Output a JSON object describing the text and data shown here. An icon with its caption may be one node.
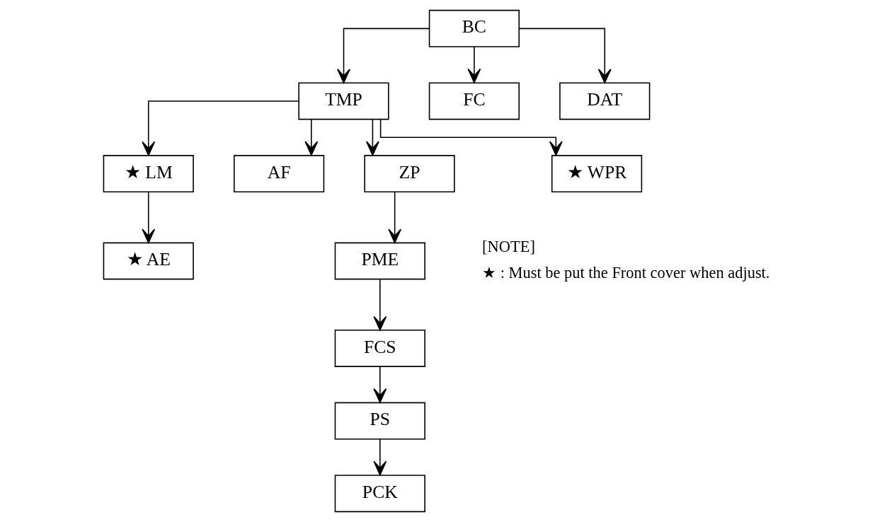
{
  "diagram": {
    "nodes": [
      {
        "text": [
          "BC"
        ]
      },
      {
        "text": [
          "TMP"
        ]
      },
      {
        "text": [
          "★ LM"
        ]
      },
      {
        "text": [
          "AF"
        ]
      },
      {
        "text": [
          "ZP"
        ]
      },
      {
        "text": [
          "★ WPR"
        ]
      },
      {
        "text": [
          "FC"
        ]
      },
      {
        "text": [
          "DAT"
        ]
      },
      {
        "text": [
          "★ AE"
        ]
      },
      {
        "text": [
          "PME"
        ]
      },
      {
        "text": [
          "FCS"
        ]
      },
      {
        "text": [
          "PS"
        ]
      },
      {
        "text": [
          "PCK"
        ]
      }
    ],
    "edges": [
      {
        "from": 0,
        "to": 1,
        "arrow": "to"
      },
      {
        "from": 0,
        "to": 6,
        "arrow": "to"
      },
      {
        "from": 0,
        "to": 7,
        "arrow": "to"
      },
      {
        "from": 1,
        "to": 2,
        "arrow": "to"
      },
      {
        "from": 1,
        "to": 3,
        "arrow": "to"
      },
      {
        "from": 1,
        "to": 4,
        "arrow": "to"
      },
      {
        "from": 1,
        "to": 5,
        "arrow": "to"
      },
      {
        "from": 2,
        "to": 8,
        "arrow": "to"
      },
      {
        "from": 4,
        "to": 9,
        "arrow": "to"
      },
      {
        "from": 9,
        "to": 10,
        "arrow": "to"
      },
      {
        "from": 10,
        "to": 11,
        "arrow": "to"
      },
      {
        "from": 11,
        "to": 12,
        "arrow": "to"
      }
    ],
    "labels": [
      "[NOTE]",
      "★ : Must be put the Front cover when adjust."
    ]
  }
}
